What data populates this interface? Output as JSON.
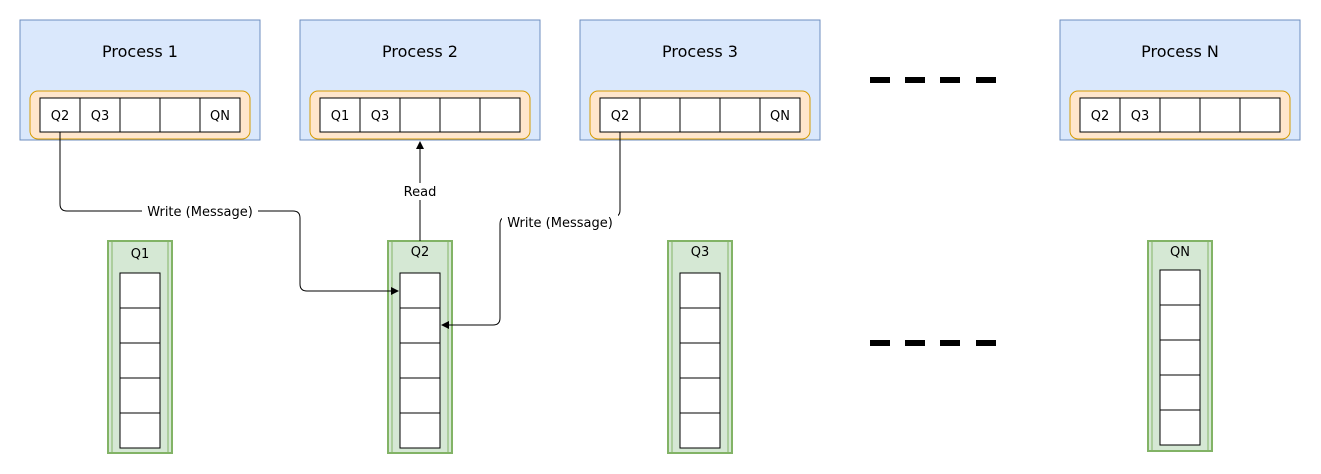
{
  "processes": [
    {
      "title": "Process 1",
      "slots": [
        "Q2",
        "Q3",
        "",
        "",
        "QN"
      ]
    },
    {
      "title": "Process 2",
      "slots": [
        "Q1",
        "Q3",
        "",
        "",
        ""
      ]
    },
    {
      "title": "Process 3",
      "slots": [
        "Q2",
        "",
        "",
        "",
        "QN"
      ]
    },
    {
      "title": "Process N",
      "slots": [
        "Q2",
        "Q3",
        "",
        "",
        ""
      ]
    }
  ],
  "queues": [
    {
      "title": "Q1",
      "cells": 5
    },
    {
      "title": "Q2",
      "cells": 5
    },
    {
      "title": "Q3",
      "cells": 5
    },
    {
      "title": "QN",
      "cells": 5
    }
  ],
  "edges": [
    {
      "label": "Write (Message)"
    },
    {
      "label": "Read"
    },
    {
      "label": "Write (Message)"
    }
  ],
  "colors": {
    "process_fill": "#dae8fc",
    "process_stroke": "#6c8ebf",
    "slotbar_fill": "#ffe6cc",
    "slotbar_stroke": "#d79b00",
    "queue_fill": "#d5e8d4",
    "queue_stroke": "#82b366",
    "line": "#000000"
  }
}
